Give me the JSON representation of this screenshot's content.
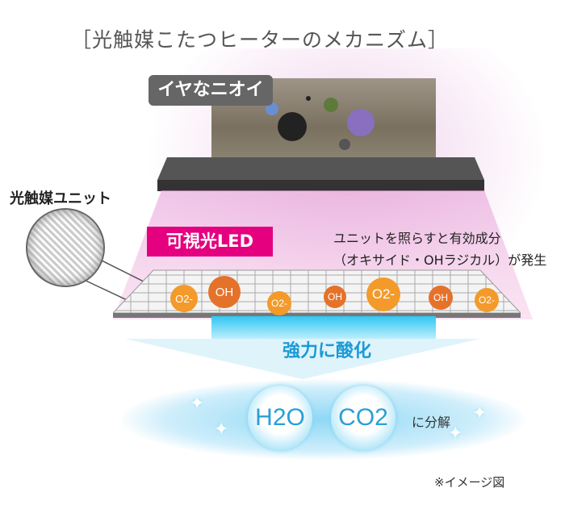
{
  "title": "［光触媒こたつヒーターのメカニズム］",
  "odor_label": "イヤなニオイ",
  "unit_label": "光触媒ユニット",
  "led_label": "可視光LED",
  "description": [
    "ユニットを照らすと有効成分",
    "（オキサイド・OHラジカル）が発生"
  ],
  "radicals": [
    "O2-",
    "OH",
    "O2-",
    "OH",
    "O2-",
    "OH",
    "O2-"
  ],
  "oxidation_label": "強力に酸化",
  "molecules": {
    "h2o": "H2O",
    "co2": "CO2"
  },
  "decompose_label": "に分解",
  "note": "※イメージ図",
  "colors": {
    "led": "#e4007f",
    "accent_blue": "#1a9ad6",
    "orange": "#f39a2a"
  }
}
